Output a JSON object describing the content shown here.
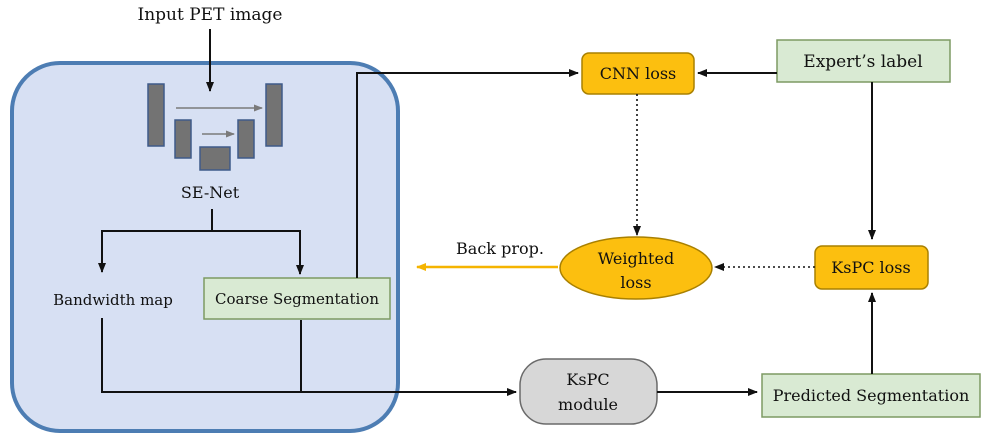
{
  "title": "Input PET image",
  "network_label": "SE-Net",
  "nodes": {
    "bandwidth_map": "Bandwidth map",
    "coarse_segmentation": "Coarse Segmentation",
    "cnn_loss": "CNN loss",
    "experts_label": "Expert’s label",
    "weighted_loss_line1": "Weighted",
    "weighted_loss_line2": "loss",
    "kspc_loss": "KsPC loss",
    "kspc_module_line1": "KsPC",
    "kspc_module_line2": "module",
    "predicted_segmentation": "Predicted Segmentation"
  },
  "edge_labels": {
    "back_prop": "Back prop."
  },
  "colors": {
    "panel_fill": "#d7e0f3",
    "panel_border": "#4d7db3",
    "green_fill": "#d9ead3",
    "green_border": "#7d9a63",
    "orange_fill": "#fcbf0f",
    "orange_border": "#a98000",
    "gray_fill": "#d7d7d7",
    "gray_border": "#6a6a6a",
    "block_fill": "#737373",
    "block_border": "#3f5b89",
    "back_prop_arrow": "#f5b400"
  }
}
